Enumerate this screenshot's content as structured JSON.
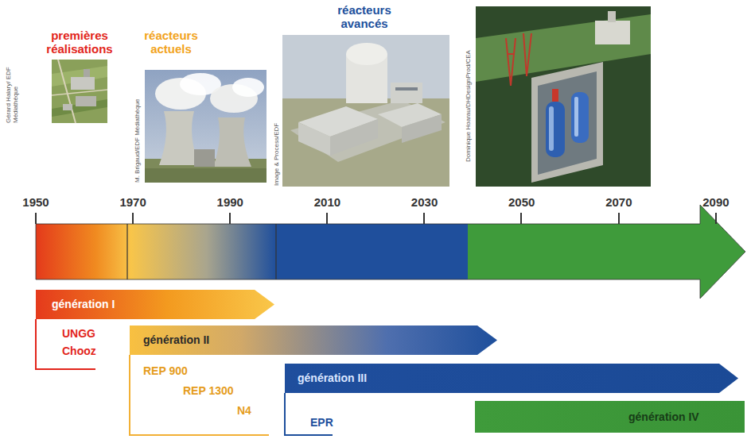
{
  "diagram": {
    "nodes": [
      {
        "text": [
          "génération I"
        ]
      },
      {
        "text": [
          "génération II"
        ]
      },
      {
        "text": [
          "génération III"
        ]
      },
      {
        "text": [
          "génération IV"
        ]
      }
    ],
    "labels": [
      "premières réalisations",
      "réacteurs actuels",
      "réacteurs avancés",
      "Gérard Halary/ EDF Médiathèque",
      "M. Brigaud/EDF Médiathèque",
      "Image & Process/EDF",
      "Dominique Hoarau/DHDesignProd/CEA",
      "1950",
      "1970",
      "1990",
      "2010",
      "2030",
      "2050",
      "2070",
      "2090",
      "UNGG",
      "Chooz",
      "REP 900",
      "REP 1300",
      "N4",
      "EPR"
    ]
  }
}
